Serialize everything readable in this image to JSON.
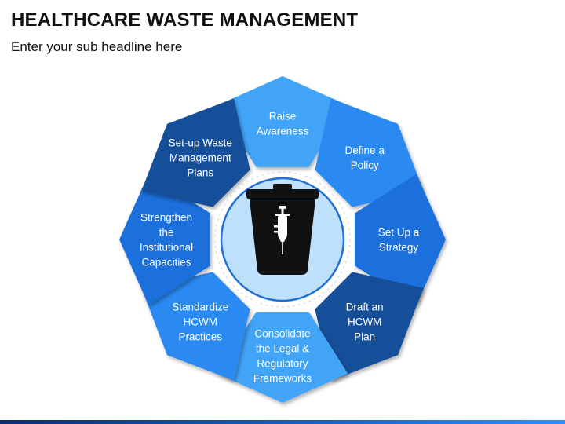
{
  "header": {
    "title": "HEALTHCARE WASTE MANAGEMENT",
    "subtitle": "Enter your sub headline here"
  },
  "center": {
    "icon": "waste-bin-syringe-icon",
    "circle_color": "#bfe0fb",
    "icon_color": "#111111"
  },
  "segments": [
    {
      "id": "raise-awareness",
      "lines": [
        "Raise",
        "Awareness"
      ],
      "color": "#43a4f7"
    },
    {
      "id": "define-policy",
      "lines": [
        "Define a",
        "Policy"
      ],
      "color": "#2c8af2"
    },
    {
      "id": "set-up-strategy",
      "lines": [
        "Set Up a",
        "Strategy"
      ],
      "color": "#1d6fdc"
    },
    {
      "id": "draft-hcwm-plan",
      "lines": [
        "Draft an",
        "HCWM",
        "Plan"
      ],
      "color": "#174f99"
    },
    {
      "id": "consolidate-frameworks",
      "lines": [
        "Consolidate",
        "the Legal &",
        "Regulatory",
        "Frameworks"
      ],
      "color": "#43a4f7"
    },
    {
      "id": "standardize-practices",
      "lines": [
        "Standardize",
        "HCWM",
        "Practices"
      ],
      "color": "#2c8af2"
    },
    {
      "id": "strengthen-capacities",
      "lines": [
        "Strengthen",
        "the",
        "Institutional",
        "Capacities"
      ],
      "color": "#1d6fdc"
    },
    {
      "id": "set-up-plans",
      "lines": [
        "Set-up Waste",
        "Management",
        "Plans"
      ],
      "color": "#174f99"
    }
  ]
}
